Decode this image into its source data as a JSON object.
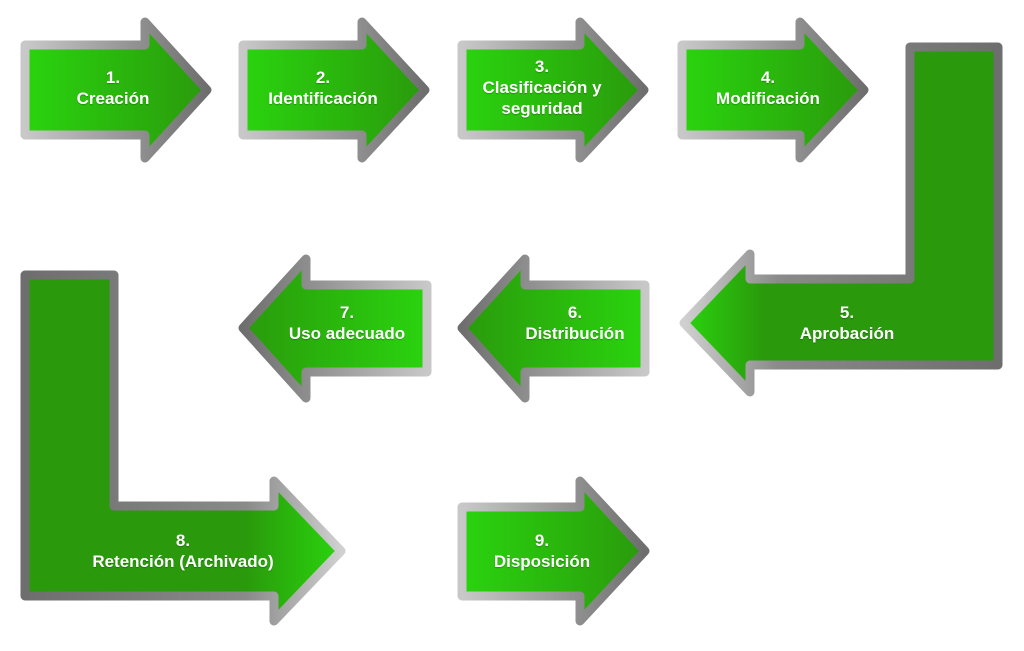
{
  "steps": [
    {
      "number": "1.",
      "lines": [
        "Creación"
      ]
    },
    {
      "number": "2.",
      "lines": [
        "Identificación"
      ]
    },
    {
      "number": "3.",
      "lines": [
        "Clasificación y",
        "seguridad"
      ]
    },
    {
      "number": "4.",
      "lines": [
        "Modificación"
      ]
    },
    {
      "number": "5.",
      "lines": [
        "Aprobación"
      ]
    },
    {
      "number": "6.",
      "lines": [
        "Distribución"
      ]
    },
    {
      "number": "7.",
      "lines": [
        "Uso adecuado"
      ]
    },
    {
      "number": "8.",
      "lines": [
        "Retención (Archivado)"
      ]
    },
    {
      "number": "9.",
      "lines": [
        "Disposición"
      ]
    }
  ],
  "colors": {
    "green_light": "#2ad40e",
    "green_dark": "#2a9a0c",
    "border_light": "#c8c8c8",
    "border_dark": "#6e6e6e"
  }
}
